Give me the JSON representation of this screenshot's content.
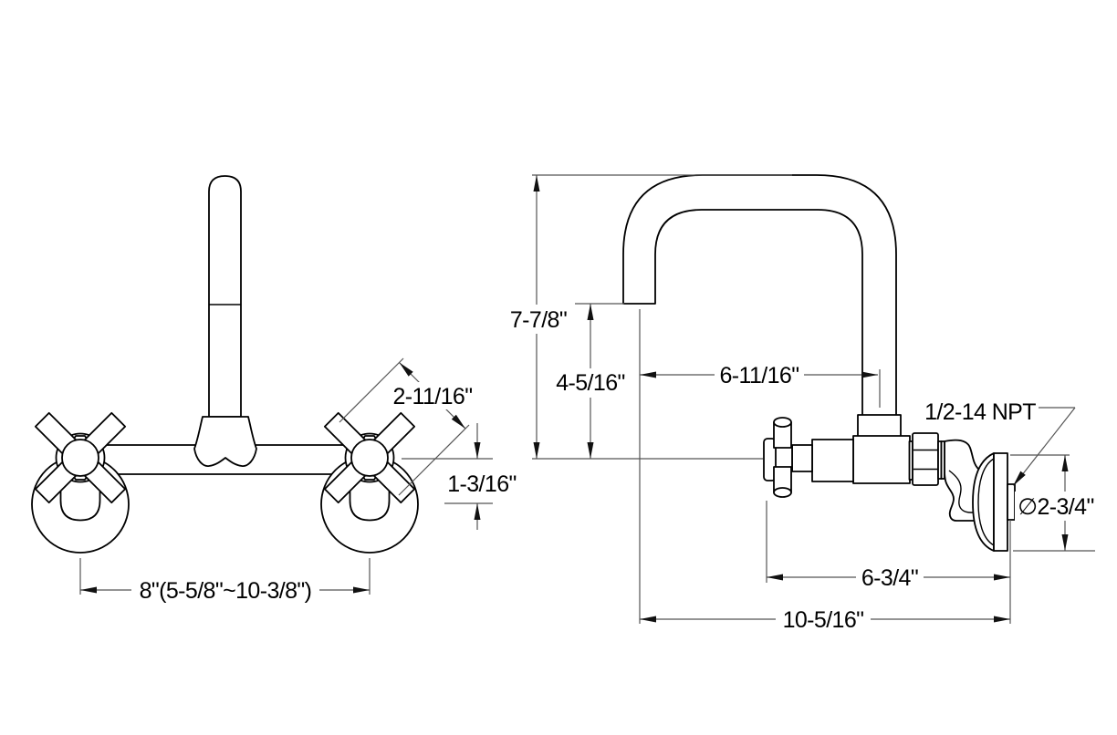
{
  "drawing": {
    "type": "technical dimension drawing",
    "subject": "wall-mount faucet, front and side views",
    "background": "#ffffff",
    "part_line_color": "#000000",
    "dim_line_color": "#555555",
    "text_color": "#000000"
  },
  "front_view": {
    "dims": {
      "handle_diagonal": "2-11/16\"",
      "handle_drop": "1-3/16\"",
      "center_spread": "8\"(5-5/8\"~10-3/8\")"
    }
  },
  "side_view": {
    "dims": {
      "overall_height": "7-7/8\"",
      "outlet_clearance": "4-5/16\"",
      "spout_reach": "6-11/16\"",
      "thread_spec": "1/2-14 NPT",
      "flange_diameter": "∅2-3/4\"",
      "body_to_wall": "6-3/4\"",
      "overall_reach": "10-5/16\""
    }
  }
}
